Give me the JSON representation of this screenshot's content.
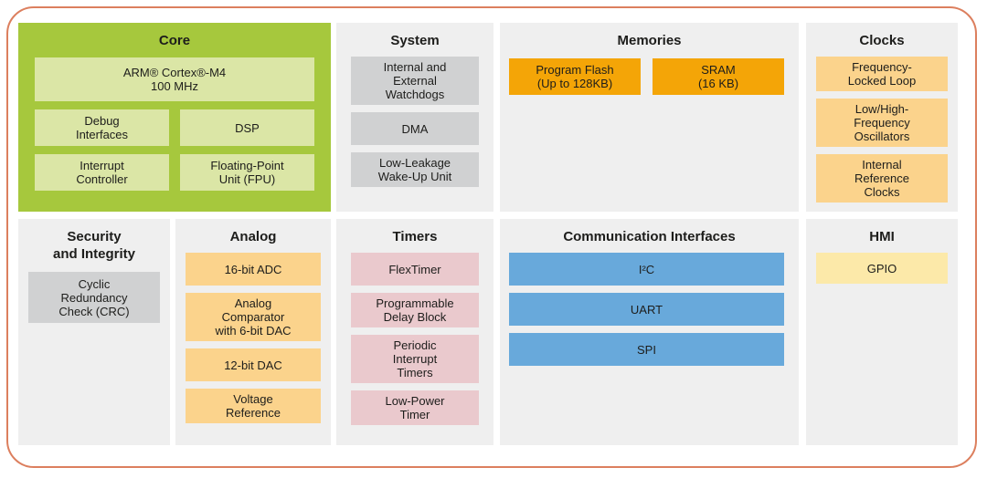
{
  "diagram_type": "microcontroller-block-diagram",
  "colors": {
    "frame_border": "#dc7f5e",
    "core_panel": "#a6c83d",
    "core_block": "#dbe6a6",
    "panel_background": "#efefef",
    "gray_block": "#d0d1d2",
    "memory_block": "#f4a507",
    "clock_analog_block": "#fbd38c",
    "timer_block": "#eac9cd",
    "communication_block": "#68a9db",
    "hmi_block": "#fce9a9",
    "text": "#1d1d1b"
  },
  "sections": {
    "core": {
      "title": "Core",
      "blocks": {
        "arm": "ARM® Cortex®-M4\n100 MHz",
        "debug": "Debug\nInterfaces",
        "dsp": "DSP",
        "interrupt": "Interrupt\nController",
        "fpu": "Floating-Point\nUnit (FPU)"
      }
    },
    "system": {
      "title": "System",
      "blocks": [
        "Internal and\nExternal\nWatchdogs",
        "DMA",
        "Low-Leakage\nWake-Up Unit"
      ]
    },
    "memories": {
      "title": "Memories",
      "blocks": [
        "Program Flash\n(Up to 128KB)",
        "SRAM\n(16 KB)"
      ]
    },
    "clocks": {
      "title": "Clocks",
      "blocks": [
        "Frequency-\nLocked Loop",
        "Low/High-\nFrequency\nOscillators",
        "Internal\nReference\nClocks"
      ]
    },
    "security": {
      "title": "Security\nand Integrity",
      "blocks": [
        "Cyclic\nRedundancy\nCheck (CRC)"
      ]
    },
    "analog": {
      "title": "Analog",
      "blocks": [
        "16-bit ADC",
        "Analog\nComparator\nwith 6-bit DAC",
        "12-bit DAC",
        "Voltage\nReference"
      ]
    },
    "timers": {
      "title": "Timers",
      "blocks": [
        "FlexTimer",
        "Programmable\nDelay Block",
        "Periodic\nInterrupt\nTimers",
        "Low-Power\nTimer"
      ]
    },
    "communication": {
      "title": "Communication Interfaces",
      "blocks": [
        "I²C",
        "UART",
        "SPI"
      ]
    },
    "hmi": {
      "title": "HMI",
      "blocks": [
        "GPIO"
      ]
    }
  }
}
